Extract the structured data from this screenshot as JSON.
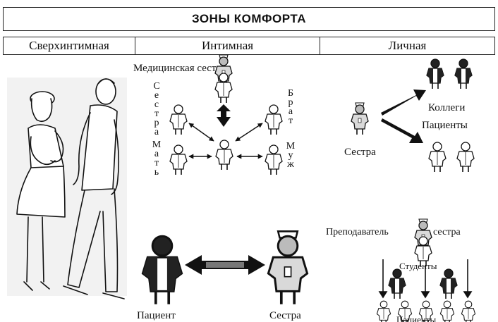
{
  "title": "ЗОНЫ КОМФОРТА",
  "zones": [
    "Сверхинтимная",
    "Интимная",
    "Личная"
  ],
  "intimate": {
    "top": "Медицинская сестра",
    "sister": "Сестра",
    "mother": "Мать",
    "brother": "Брат",
    "husband": "Муж"
  },
  "personal": {
    "nurse": "Сестра",
    "colleagues": "Коллеги",
    "patients": "Пациенты"
  },
  "bottom": {
    "patient": "Пациент",
    "nurse": "Сестра"
  },
  "teaching": {
    "teacher": "Преподаватель",
    "nurse": "сестра",
    "students": "Студенты",
    "patients": "Пациенты"
  }
}
